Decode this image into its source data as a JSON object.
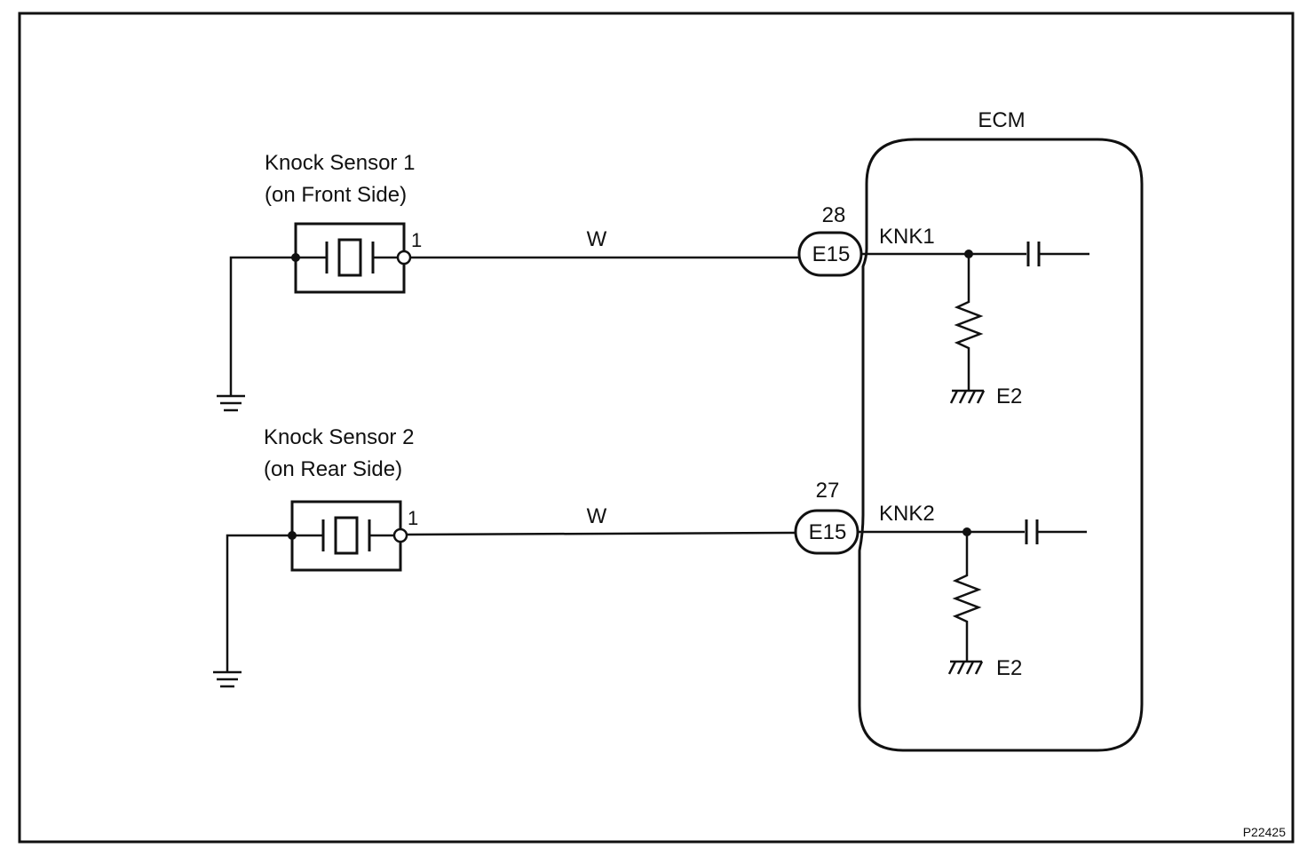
{
  "diagram": {
    "ecm_label": "ECM",
    "figure_ref": "P22425",
    "sensor1": {
      "title": "Knock Sensor 1",
      "location": "(on Front Side)",
      "pin": "1",
      "wire_color": "W",
      "connector": "E15",
      "terminal_no": "28",
      "ecm_terminal": "KNK1",
      "ground": "E2"
    },
    "sensor2": {
      "title": "Knock Sensor 2",
      "location": "(on Rear Side)",
      "pin": "1",
      "wire_color": "W",
      "connector": "E15",
      "terminal_no": "27",
      "ecm_terminal": "KNK2",
      "ground": "E2"
    }
  },
  "colors": {
    "line": "#111111",
    "background": "#ffffff"
  }
}
